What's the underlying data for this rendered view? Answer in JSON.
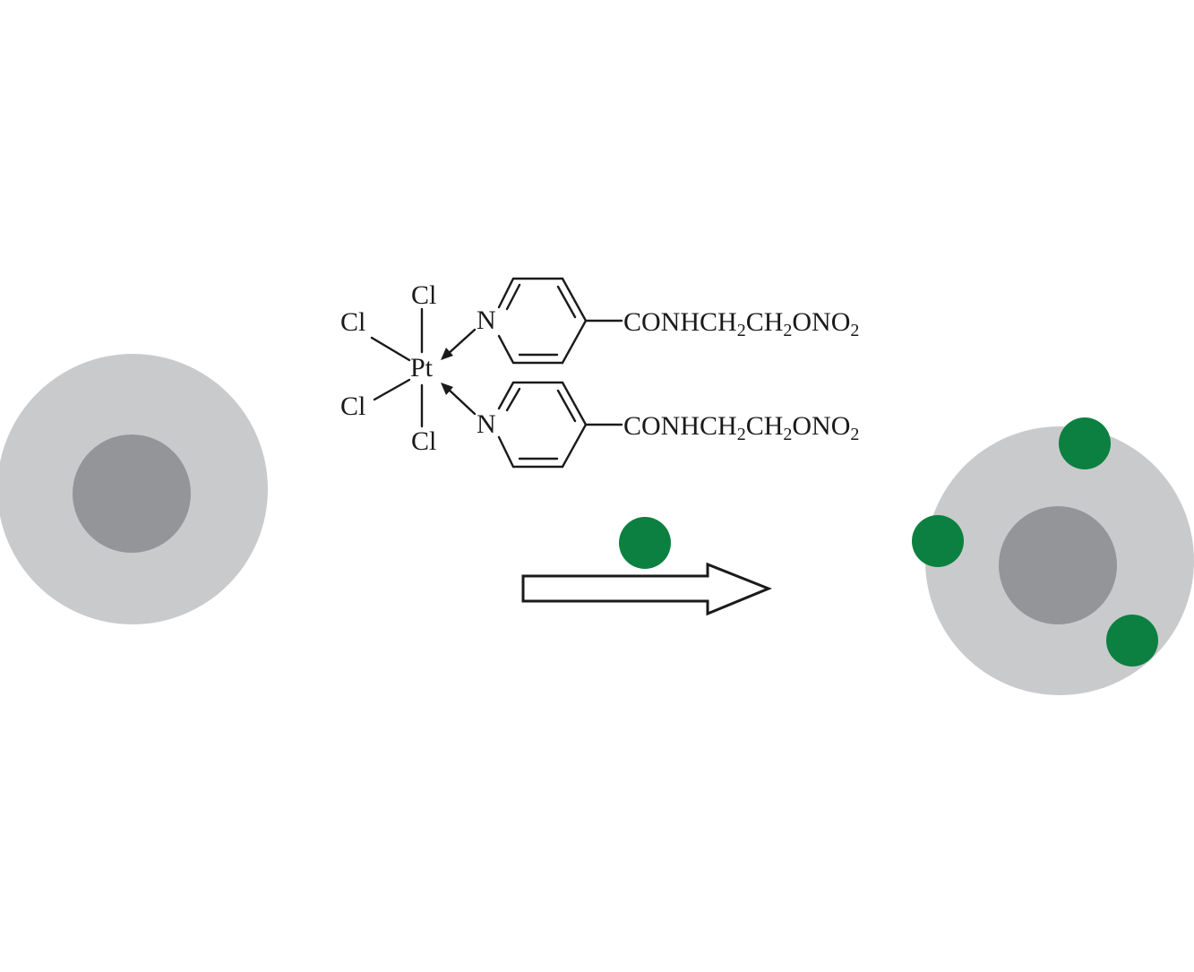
{
  "colors": {
    "background": "#ffffff",
    "cell_cytoplasm": "#c9cacc",
    "cell_nucleus": "#939598",
    "complex_particle": "#0b8040",
    "ink": "#1a1a1a"
  },
  "molecule": {
    "metal": "Pt",
    "ligand_top": "Cl",
    "ligand_upper_left": "Cl",
    "ligand_lower_left": "Cl",
    "ligand_bottom": "Cl",
    "ring_atom_upper": "N",
    "ring_atom_lower": "N",
    "substituent_upper": {
      "p1": "CONHCH",
      "s1": "2",
      "p2": "CH",
      "s2": "2",
      "p3": "ONO",
      "s3": "2"
    },
    "substituent_lower": {
      "p1": "CONHCH",
      "s1": "2",
      "p2": "CH",
      "s2": "2",
      "p3": "ONO",
      "s3": "2"
    }
  },
  "scheme": {
    "left_cell": {
      "bound_particles": 0
    },
    "right_cell": {
      "bound_particles": 3
    },
    "reagent_particles": 1
  }
}
